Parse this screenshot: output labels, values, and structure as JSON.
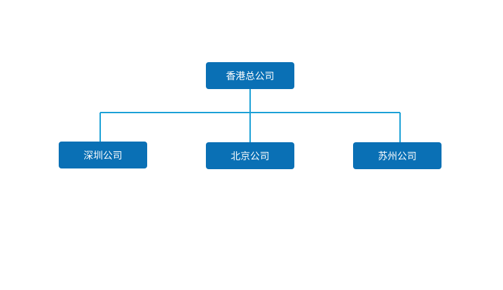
{
  "org_chart": {
    "colors": {
      "node_fill": "#0a70b5",
      "connector": "#1aa0d6",
      "text": "#ffffff"
    },
    "root": {
      "label": "香港总公司"
    },
    "children": [
      {
        "label": "深圳公司"
      },
      {
        "label": "北京公司"
      },
      {
        "label": "苏州公司"
      }
    ]
  }
}
